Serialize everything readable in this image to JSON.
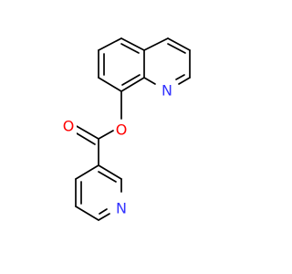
{
  "molecule": {
    "atoms": [
      {
        "id": "N1",
        "symbol": "N",
        "color": "#3333ff"
      },
      {
        "id": "O1",
        "symbol": "O",
        "color": "#ff0000"
      },
      {
        "id": "O2",
        "symbol": "O",
        "color": "#ff0000"
      },
      {
        "id": "N2",
        "symbol": "N",
        "color": "#3333ff"
      }
    ],
    "bond_color": "#000000",
    "background": "#ffffff"
  }
}
